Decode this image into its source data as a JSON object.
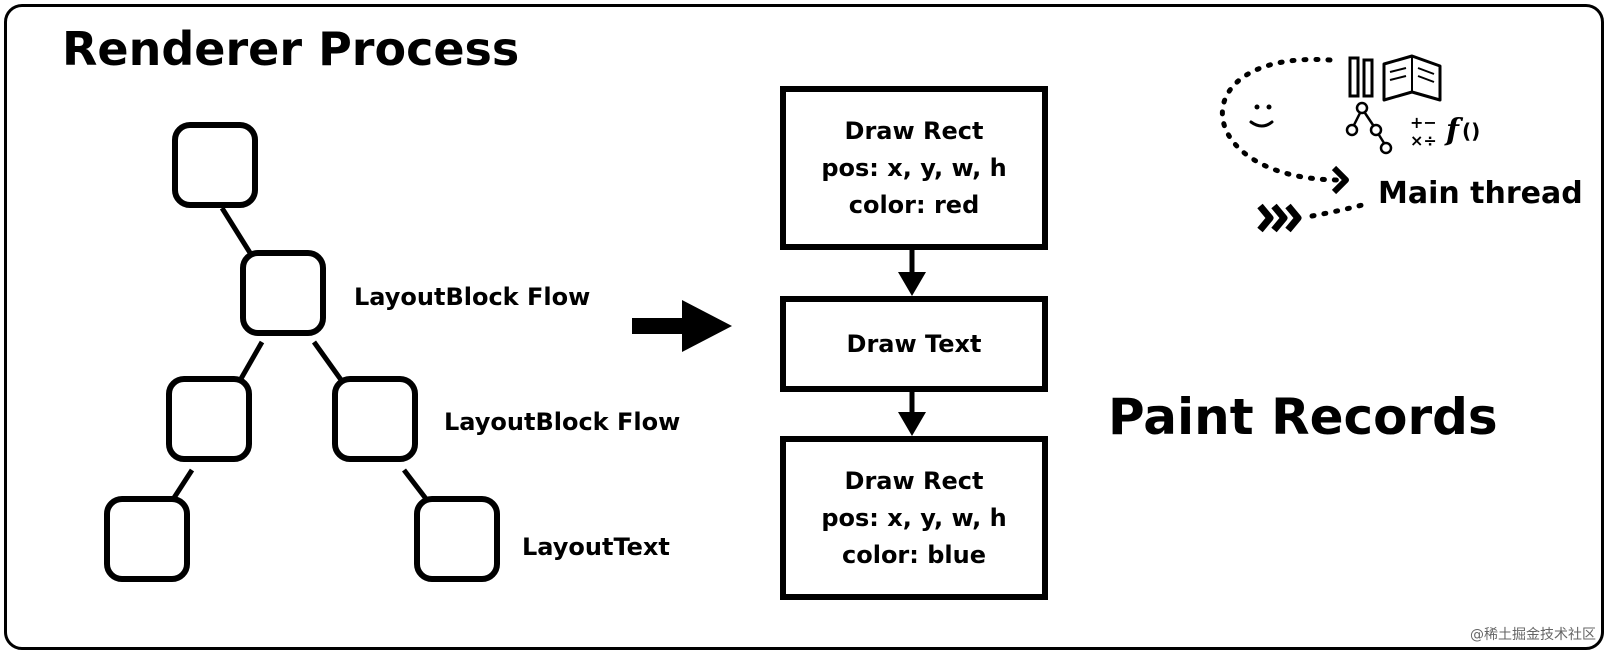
{
  "title": "Renderer Process",
  "tree": {
    "labels": {
      "block_flow_1": "LayoutBlock Flow",
      "block_flow_2": "LayoutBlock Flow",
      "layout_text": "LayoutText"
    }
  },
  "records": {
    "title": "Paint Records",
    "items": [
      {
        "line1": "Draw Rect",
        "line2": "pos: x, y, w, h",
        "line3": "color: red"
      },
      {
        "line1": "Draw Text"
      },
      {
        "line1": "Draw Rect",
        "line2": "pos: x, y, w, h",
        "line3": "color: blue"
      }
    ]
  },
  "thread": {
    "label": "Main thread",
    "icons": [
      "smiley-icon",
      "pencil-icon",
      "book-icon",
      "tree-graph-icon",
      "math-icon",
      "function-icon"
    ]
  },
  "watermark": "@稀土掘金技术社区",
  "colors": {
    "ink": "#000000",
    "background": "#ffffff"
  }
}
